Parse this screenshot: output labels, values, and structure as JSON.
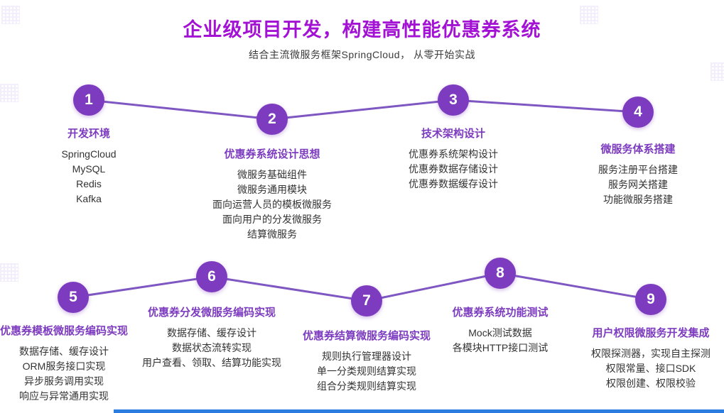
{
  "header": {
    "title": "企业级项目开发，构建高性能优惠券系统",
    "subtitle": "结合主流微服务框架SpringCloud， 从零开始实战"
  },
  "sections": [
    {
      "number": "1",
      "title": "开发环境",
      "items": [
        "SpringCloud",
        "MySQL",
        "Redis",
        "Kafka"
      ]
    },
    {
      "number": "2",
      "title": "优惠券系统设计思想",
      "items": [
        "微服务基础组件",
        "微服务通用模块",
        "面向运营人员的模板微服务",
        "面向用户的分发微服务",
        "结算微服务"
      ]
    },
    {
      "number": "3",
      "title": "技术架构设计",
      "items": [
        "优惠券系统架构设计",
        "优惠券数据存储设计",
        "优惠券数据缓存设计"
      ]
    },
    {
      "number": "4",
      "title": "微服务体系搭建",
      "items": [
        "服务注册平台搭建",
        "服务网关搭建",
        "功能微服务搭建"
      ]
    },
    {
      "number": "5",
      "title": "优惠券模板微服务编码实现",
      "items": [
        "数据存储、缓存设计",
        "ORM服务接口实现",
        "异步服务调用实现",
        "响应与异常通用实现"
      ]
    },
    {
      "number": "6",
      "title": "优惠券分发微服务编码实现",
      "items": [
        "数据存储、缓存设计",
        "数据状态流转实现",
        "用户查看、领取、结算功能实现"
      ]
    },
    {
      "number": "7",
      "title": "优惠券结算微服务编码实现",
      "items": [
        "规则执行管理器设计",
        "单一分类规则结算实现",
        "组合分类规则结算实现"
      ]
    },
    {
      "number": "8",
      "title": "优惠券系统功能测试",
      "items": [
        "Mock测试数据",
        "各模块HTTP接口测试"
      ]
    },
    {
      "number": "9",
      "title": "用户权限微服务开发集成",
      "items": [
        "权限探测器，实现自主探测",
        "权限常量、接口SDK",
        "权限创建、权限校验"
      ]
    }
  ],
  "colors": {
    "title": "#a312d4",
    "node": "#7d3cbf",
    "section_title": "#7d3cbf",
    "connector": "#7e57c2",
    "bottom_bar": "#2b7de0"
  }
}
